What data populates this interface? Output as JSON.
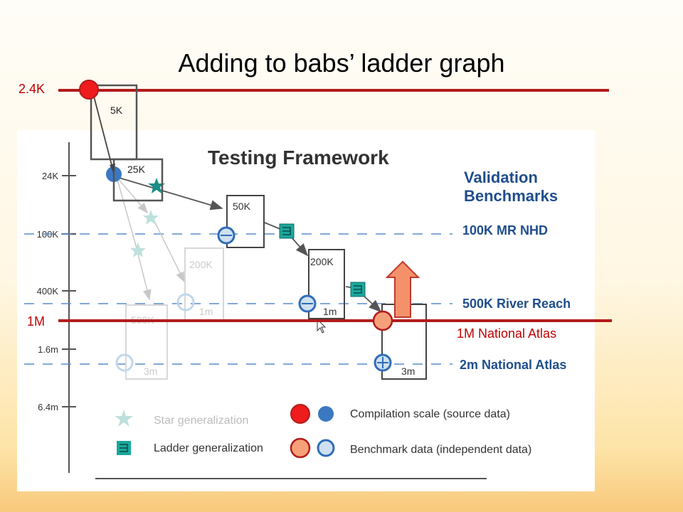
{
  "title": "Adding to babs’ ladder graph",
  "overlay": {
    "top_line_label": "2.4K",
    "top_box_label": "5K",
    "second_box_label": "25K",
    "mid_line_label": "1M",
    "mid_line_caption": "1M National Atlas",
    "line_color": "#b31b1b",
    "compilation_color": "#ee1c1c",
    "benchmark_color": "#f6a07a",
    "arrow_color": "#f4916b"
  },
  "framework": {
    "heading": "Testing Framework",
    "validation_heading_line1": "Validation",
    "validation_heading_line2": "Benchmarks",
    "benchmarks": [
      "100K MR NHD",
      "500K River Reach",
      "2m National Atlas"
    ],
    "axis_ticks": [
      "24K",
      "100K",
      "400K",
      "1.6m",
      "6.4m"
    ],
    "boxes": [
      {
        "top": "50K",
        "bottom": ""
      },
      {
        "top": "200K",
        "bottom": "1m"
      },
      {
        "top": "200K",
        "bottom": "1m"
      },
      {
        "top": "500K",
        "bottom": "3m"
      },
      {
        "top": "",
        "bottom": "3m"
      }
    ],
    "legend": {
      "star": "Star generalization",
      "ladder": "Ladder generalization",
      "compilation": "Compilation scale (source data)",
      "benchmark": "Benchmark data (independent data)"
    },
    "blue_color": "#3a78c2",
    "teal_color": "#1aa79d",
    "navy_color": "#1f4e8c"
  }
}
